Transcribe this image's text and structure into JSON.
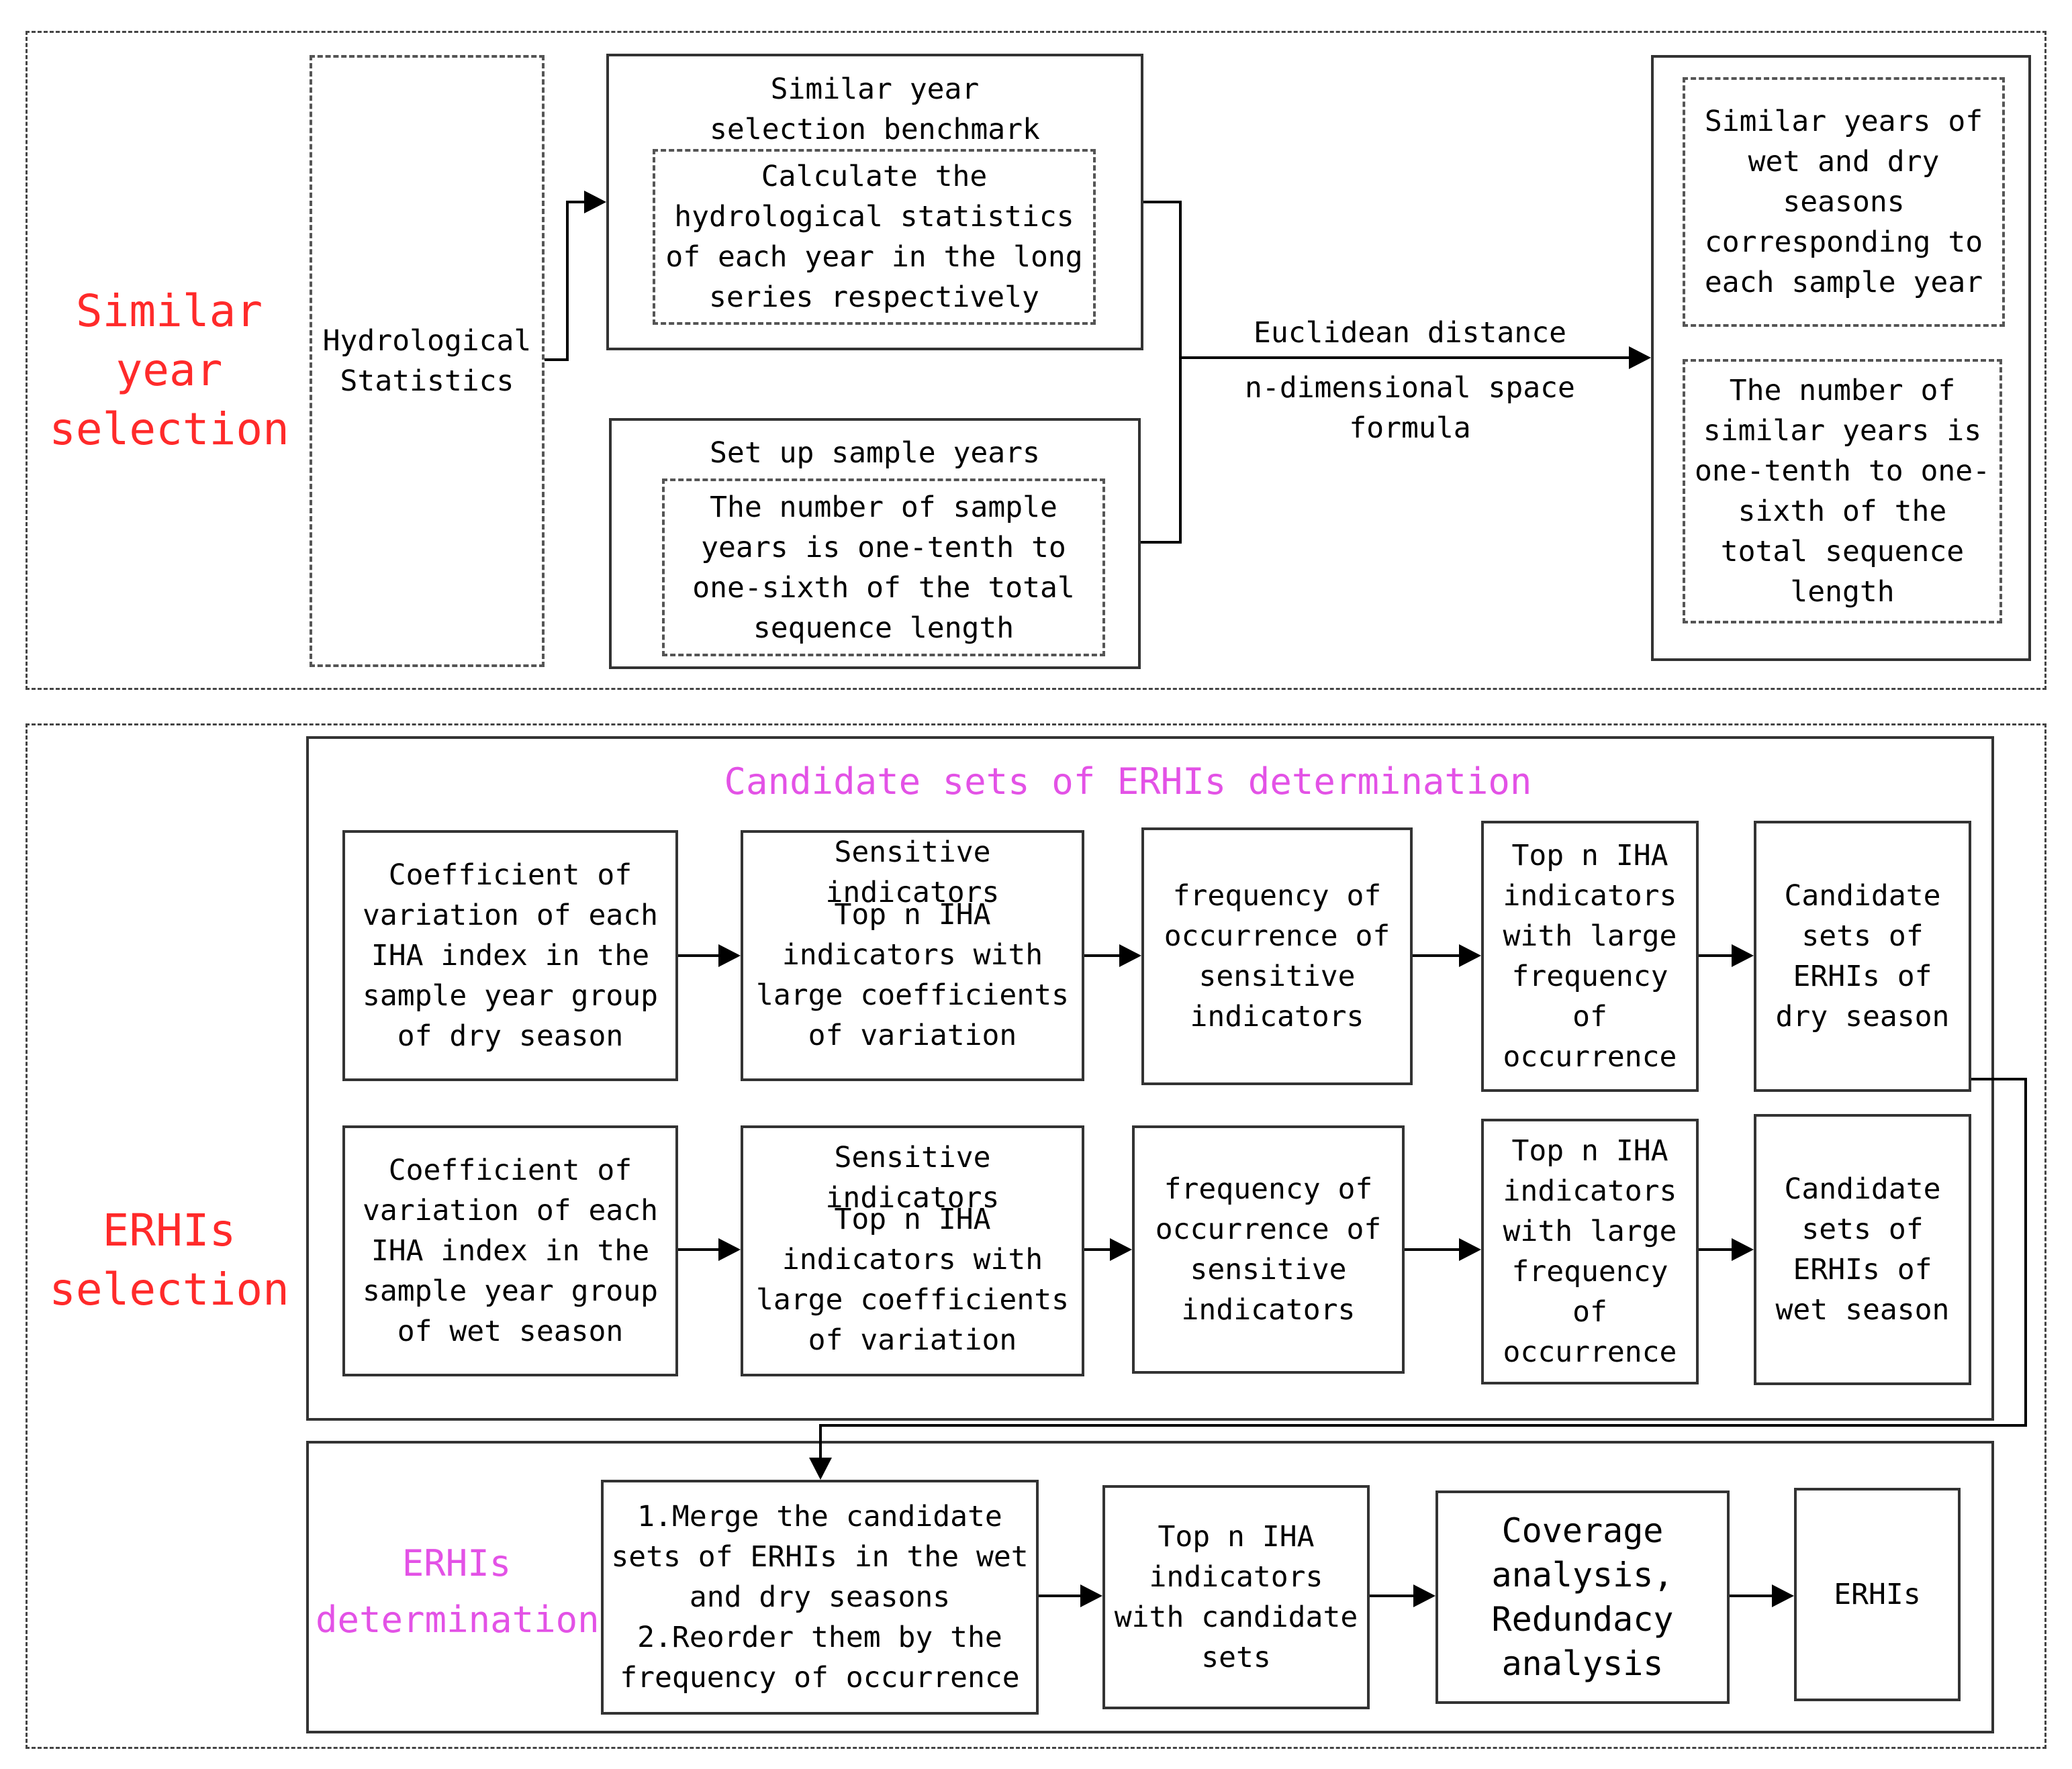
{
  "sections": {
    "similar_year": {
      "title": "Similar\nyear\nselection"
    },
    "erhis": {
      "title": "ERHIs\nselection"
    }
  },
  "top": {
    "hydro_stats": "Hydrological\nStatistics",
    "benchmark_title": "Similar year\nselection benchmark",
    "benchmark_detail": "Calculate the\nhydrological statistics\nof each year in the long\nseries respectively",
    "sample_title": "Set up sample years",
    "sample_detail": "The number of sample\nyears is one-tenth to\none-sixth of the total\nsequence length",
    "edge_label_1": "Euclidean distance",
    "edge_label_2": "n-dimensional space formula",
    "result_1": "Similar years of\nwet and dry\nseasons\ncorresponding to\neach sample year",
    "result_2": "The number of\nsimilar years is\none-tenth to one-\nsixth of the\ntotal sequence\nlength"
  },
  "candidate": {
    "title": "Candidate sets of ERHIs determination",
    "dry_row": {
      "cv": "Coefficient of\nvariation of each\nIHA index in the\nsample year group\nof dry season",
      "sensitive_title": "Sensitive indicators",
      "sensitive_detail": "Top n IHA\nindicators with\nlarge coefficients\nof variation",
      "frequency": "frequency of\noccurrence of\nsensitive\nindicators",
      "top_freq": "Top n IHA\nindicators\nwith large\nfrequency\nof\noccurrence",
      "candidate": "Candidate\nsets of\nERHIs of\ndry season"
    },
    "wet_row": {
      "cv": "Coefficient of\nvariation of each\nIHA index in the\nsample year group\nof wet season",
      "sensitive_title": "Sensitive indicators",
      "sensitive_detail": "Top n IHA\nindicators with\nlarge coefficients\nof variation",
      "frequency": "frequency of\noccurrence of\nsensitive\nindicators",
      "top_freq": "Top n IHA\nindicators\nwith large\nfrequency\nof\noccurrence",
      "candidate": "Candidate\nsets of\nERHIs of\nwet season"
    }
  },
  "determination": {
    "title": "ERHIs\ndetermination",
    "merge": "1.Merge the candidate\nsets of ERHIs in the wet\nand dry seasons\n2.Reorder them by the\nfrequency of occurrence",
    "top_candidate": "Top n IHA\nindicators\nwith candidate\nsets",
    "analysis": "Coverage\nanalysis,\nRedundacy\nanalysis",
    "result": "ERHIs"
  },
  "colors": {
    "section_title": "#ff2a2a",
    "sub_title": "#e352e6",
    "lines": "#000000"
  }
}
